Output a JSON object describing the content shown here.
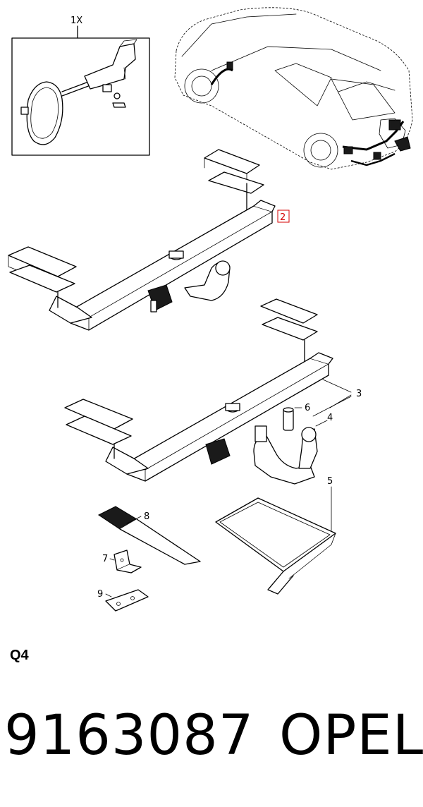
{
  "diagram": {
    "inset_label": "1X",
    "callouts": {
      "c2": "2",
      "c3": "3",
      "c4": "4",
      "c5": "5",
      "c6": "6",
      "c7": "7",
      "c8": "8",
      "c9": "9"
    }
  },
  "footer": {
    "page_code": "Q4",
    "part_number": "9163087",
    "brand": "OPEL"
  },
  "colors": {
    "highlight": "#d40000",
    "line": "#000000",
    "background": "#ffffff"
  }
}
